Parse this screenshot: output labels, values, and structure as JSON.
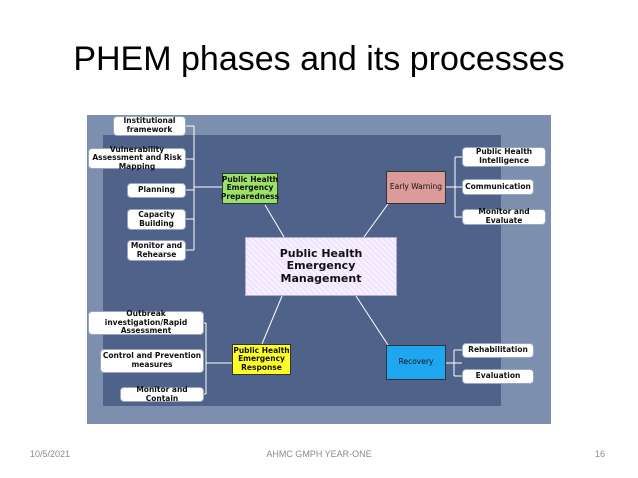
{
  "title": "PHEM phases and its processes",
  "diagram": {
    "center": "Public Health Emergency Management",
    "phases": {
      "preparedness": "Public Health Emergency Preparedness",
      "early_warning": "Early Warning",
      "response": "Public Health Emergency Response",
      "recovery": "Recovery"
    },
    "preparedness_items": [
      "Institutional framework",
      "Vulnerability Assessment and Risk Mapping",
      "Planning",
      "Capacity Building",
      "Monitor and Rehearse"
    ],
    "early_warning_items": [
      "Public Health Intelligence",
      "Communication",
      "Monitor and Evaluate"
    ],
    "response_items": [
      "Outbreak investigation/Rapid Assessment",
      "Control and Prevention measures",
      "Monitor and Contain"
    ],
    "recovery_items": [
      "Rehabilitation",
      "Evaluation"
    ],
    "colors": {
      "preparedness": "#9be26a",
      "early_warning": "#dc9b9b",
      "response": "#ffff26",
      "recovery": "#1ea7f0",
      "panel": "#7d8fae",
      "inner": "#4f6289"
    }
  },
  "footer": {
    "date": "10/5/2021",
    "center": "AHMC GMPH YEAR-ONE",
    "page": "16"
  }
}
